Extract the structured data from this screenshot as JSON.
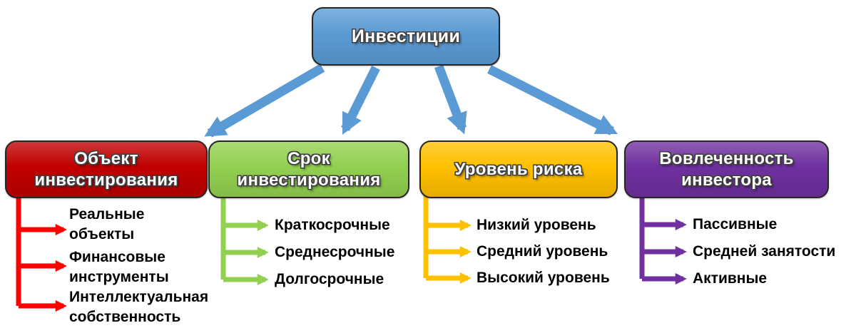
{
  "canvas": {
    "background": "#ffffff"
  },
  "root": {
    "label": "Инвестиции",
    "fill": "#5B9BD5",
    "border_color": "#262626",
    "text_color": "#ffffff",
    "arrow_color": "#5B9BD5"
  },
  "item_text_color": "#000000",
  "branches": [
    {
      "title": "Объект инвестирования",
      "fill": "#C00000",
      "border_color": "#262626",
      "text_color": "#ffffff",
      "arrow_color": "#FF0000",
      "items": [
        "Реальные объекты",
        "Финансовые инструменты",
        "Интеллектуальная собственность"
      ]
    },
    {
      "title": "Срок инвестирования",
      "fill": "#92D050",
      "border_color": "#262626",
      "text_color": "#ffffff",
      "arrow_color": "#92D050",
      "items": [
        "Краткосрочные",
        "Среднесрочные",
        "Долгосрочные"
      ]
    },
    {
      "title": "Уровень риска",
      "fill": "#FFC000",
      "border_color": "#262626",
      "text_color": "#ffffff",
      "arrow_color": "#FFC000",
      "items": [
        "Низкий уровень",
        "Средний уровень",
        "Высокий уровень"
      ]
    },
    {
      "title": "Вовлеченность инвестора",
      "fill": "#7030A0",
      "border_color": "#262626",
      "text_color": "#ffffff",
      "arrow_color": "#7030A0",
      "items": [
        "Пассивные",
        "Средней занятости",
        "Активные"
      ]
    }
  ]
}
